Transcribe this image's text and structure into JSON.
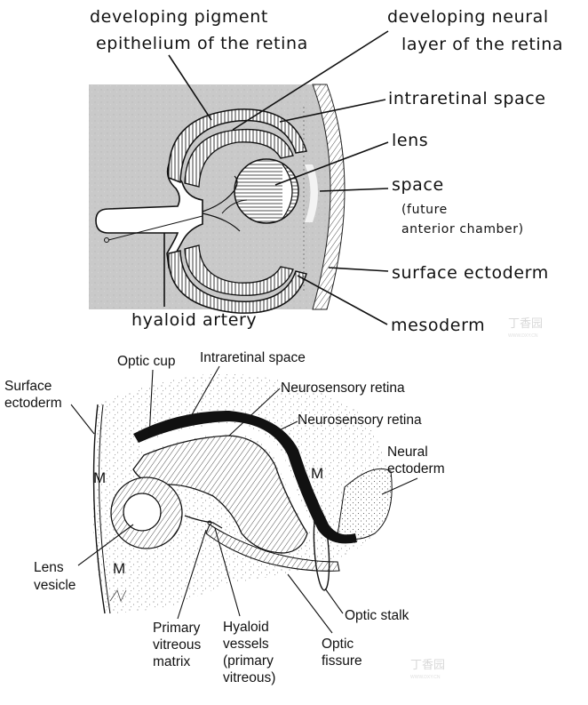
{
  "upper_diagram": {
    "labels": {
      "pigment_line1": "developing pigment",
      "pigment_line2": "epithelium of the retina",
      "neural_line1": "developing neural",
      "neural_line2": "layer of the retina",
      "intraretinal": "intraretinal space",
      "lens": "lens",
      "space": "space",
      "space_sub1": "(future",
      "space_sub2": "anterior chamber)",
      "surface_ectoderm": "surface ectoderm",
      "mesoderm": "mesoderm",
      "hyaloid_artery": "hyaloid artery"
    }
  },
  "lower_diagram": {
    "labels": {
      "surface_ectoderm_1": "Surface",
      "surface_ectoderm_2": "ectoderm",
      "optic_cup": "Optic cup",
      "intraretinal_space": "Intraretinal space",
      "neurosensory_retina_1": "Neurosensory retina",
      "neurosensory_retina_2": "Neurosensory retina",
      "neural_ectoderm_1": "Neural",
      "neural_ectoderm_2": "ectoderm",
      "m_upper_left": "M",
      "m_right": "M",
      "m_lower_left": "M",
      "lens_vesicle_1": "Lens",
      "lens_vesicle_2": "vesicle",
      "primary_vitreous_1": "Primary",
      "primary_vitreous_2": "vitreous",
      "primary_vitreous_3": "matrix",
      "hyaloid_vessels_1": "Hyaloid",
      "hyaloid_vessels_2": "vessels",
      "hyaloid_vessels_3": "(primary",
      "hyaloid_vessels_4": "vitreous)",
      "optic_stalk": "Optic stalk",
      "optic_fissure_1": "Optic",
      "optic_fissure_2": "fissure"
    }
  },
  "watermarks": {
    "upper_brand": "丁香园",
    "upper_url": "WWW.DXY.CN",
    "lower_brand": "丁香园",
    "lower_url": "WWW.DXY.CN"
  },
  "colors": {
    "ink": "#111111",
    "mesoderm_gray": "#c9c9c9",
    "background": "#ffffff"
  }
}
